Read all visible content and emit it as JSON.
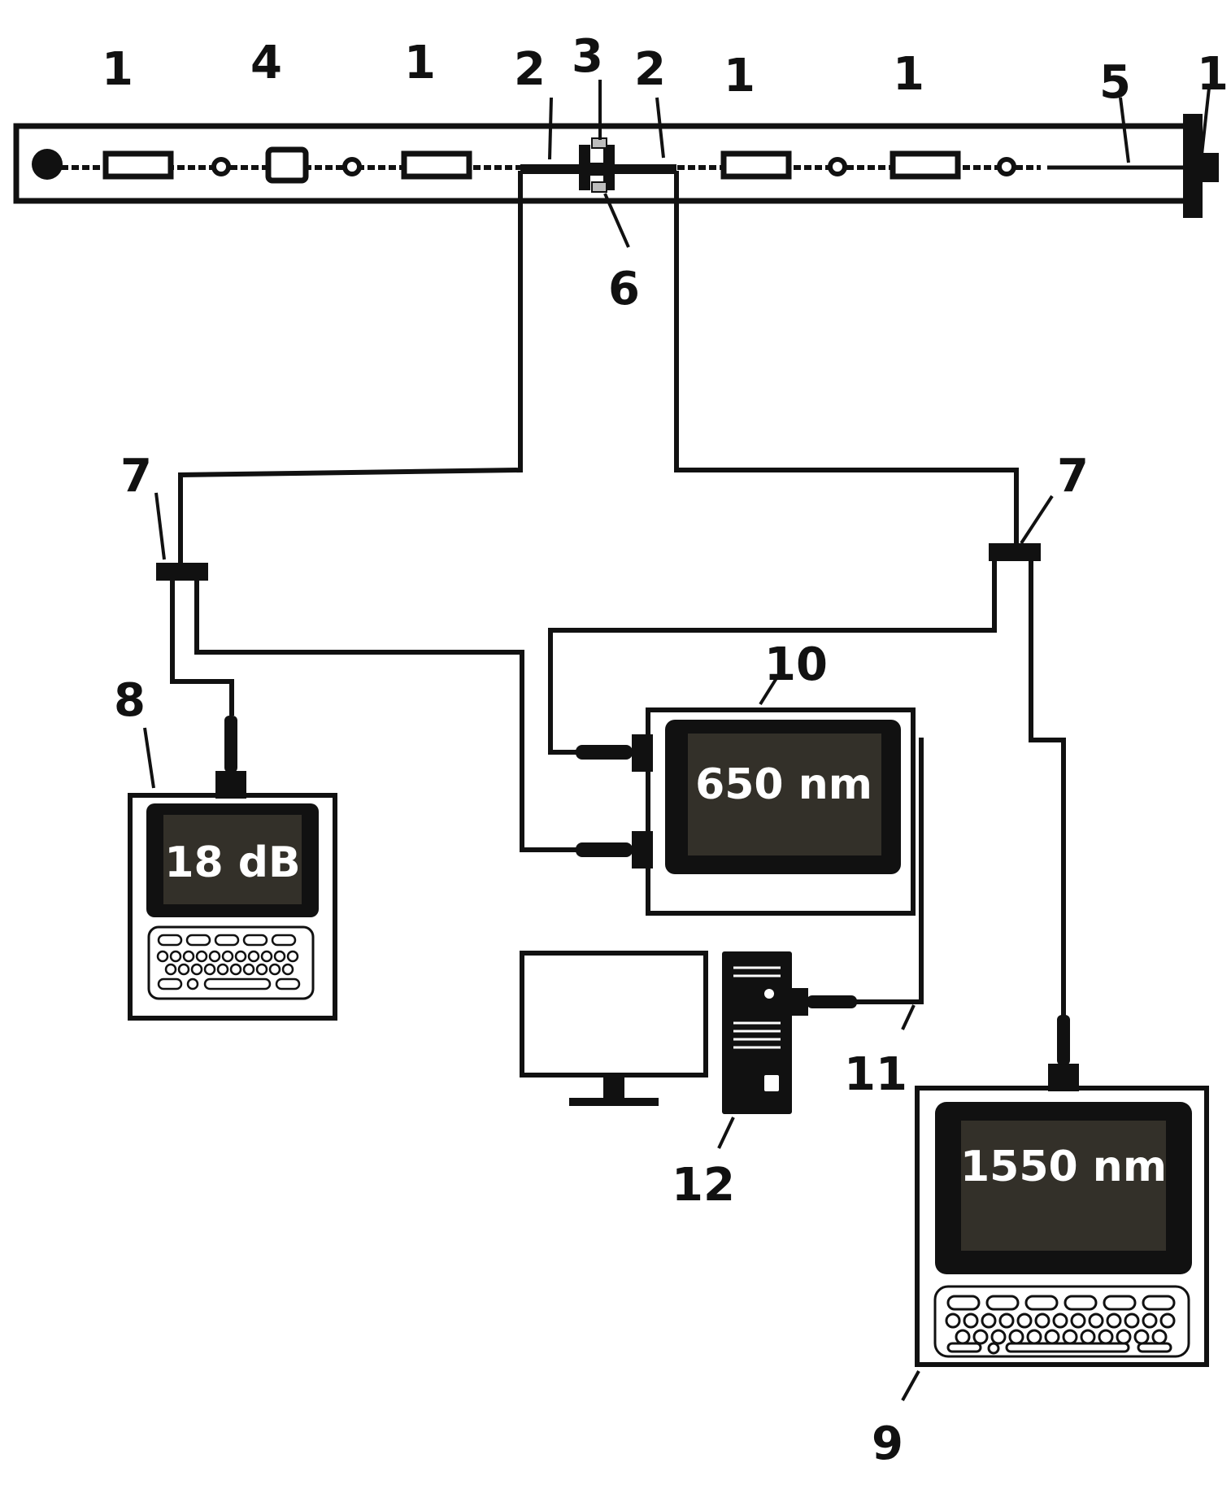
{
  "labels": {
    "spring_a": "1",
    "optical_fiber_a": "2",
    "clamp": "3",
    "weight": "4",
    "rope": "5",
    "clamp_b": "6",
    "coupler": "7",
    "power_meter": "8",
    "reflectometer": "9",
    "light_source": "10",
    "cable": "11",
    "computer": "12"
  },
  "screens": {
    "power_meter": "18 dB",
    "light_source": "650 nm",
    "reflectometer": "1550 nm"
  },
  "colors": {
    "ink": "#111111",
    "screen": "#333029",
    "paper": "#ffffff",
    "connector_grey": "#bdbdbd"
  }
}
